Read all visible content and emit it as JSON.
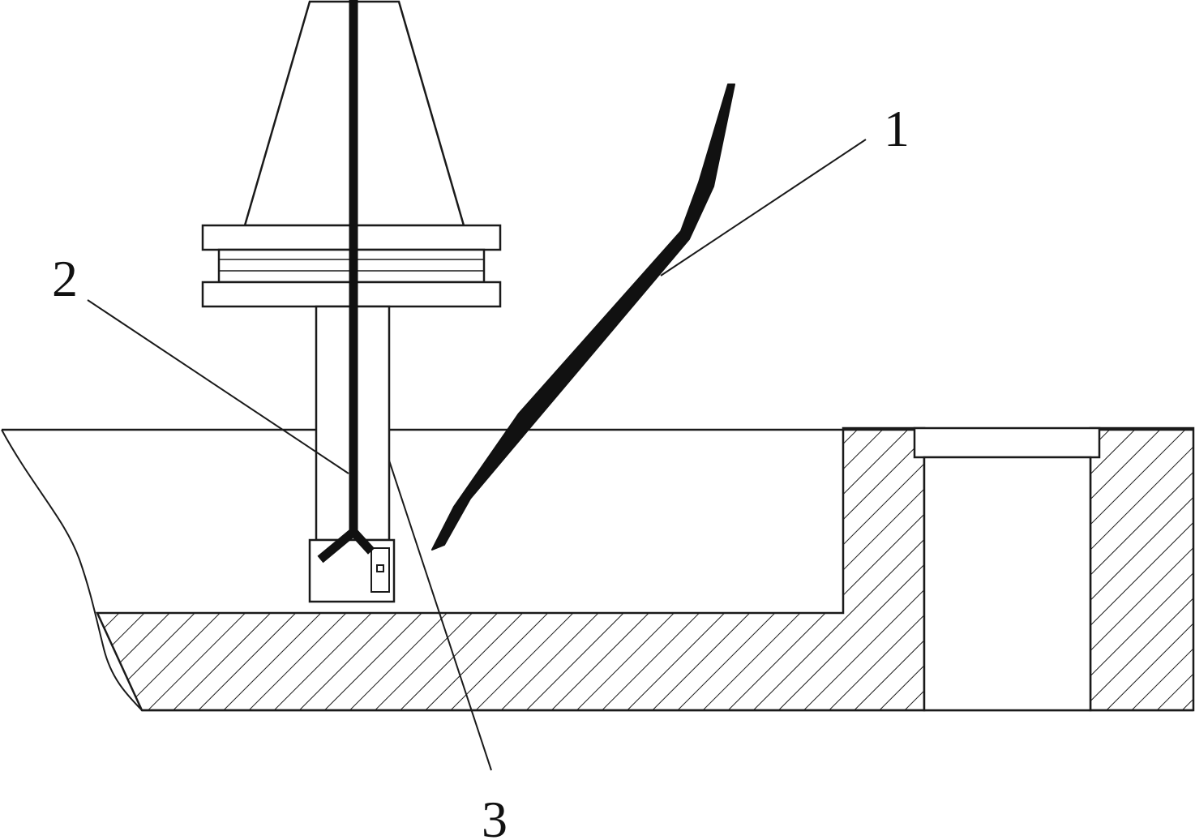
{
  "figure": {
    "callouts": [
      {
        "id": "1",
        "text": "1"
      },
      {
        "id": "2",
        "text": "2"
      },
      {
        "id": "3",
        "text": "3"
      }
    ],
    "colors": {
      "ink": "#1a1a1a",
      "background": "#ffffff",
      "hatch": "#1a1a1a"
    },
    "hatch_pattern": "diagonal-45deg"
  }
}
